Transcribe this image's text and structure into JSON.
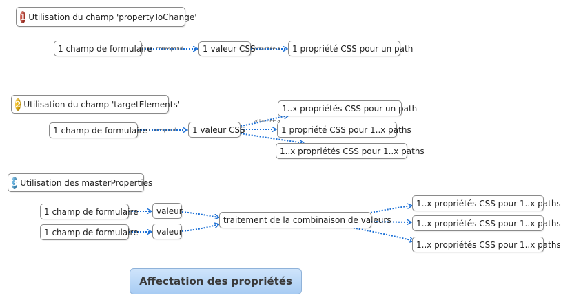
{
  "colors": {
    "edge": "#1a6fd6",
    "badge_1": "#c0392b",
    "badge_2": "#f0b400",
    "badge_3": "#4aa3d8",
    "central_fill": "#b9d7f7"
  },
  "sections": [
    {
      "badge": "1",
      "title": "Utilisation du champ 'propertyToChange'",
      "nodes": [
        "1 champ de formulaire",
        "1 valeur CSS",
        "1 propriété CSS pour un path"
      ],
      "edge_labels": [
        "correspond",
        "attachée a"
      ]
    },
    {
      "badge": "2",
      "title": "Utilisation du champ 'targetElements'",
      "nodes": [
        "1 champ de formulaire",
        "1 valeur CSS",
        "1..x propriétés CSS pour un path",
        "1 propriété CSS pour 1..x paths",
        "1..x propriétés CSS pour 1..x paths"
      ],
      "edge_labels": [
        "correspond",
        "attachée a"
      ]
    },
    {
      "badge": "3",
      "title": "Utilisation des masterProperties",
      "nodes": [
        "1 champ de formulaire",
        "1 champ de formulaire",
        "valeur",
        "valeur",
        "traitement de la combinaison de valeurs",
        "1..x propriétés CSS pour 1..x paths",
        "1..x propriétés CSS pour 1..x paths",
        "1..x propriétés CSS pour 1..x paths"
      ]
    }
  ],
  "central": "Affectation des propriétés"
}
